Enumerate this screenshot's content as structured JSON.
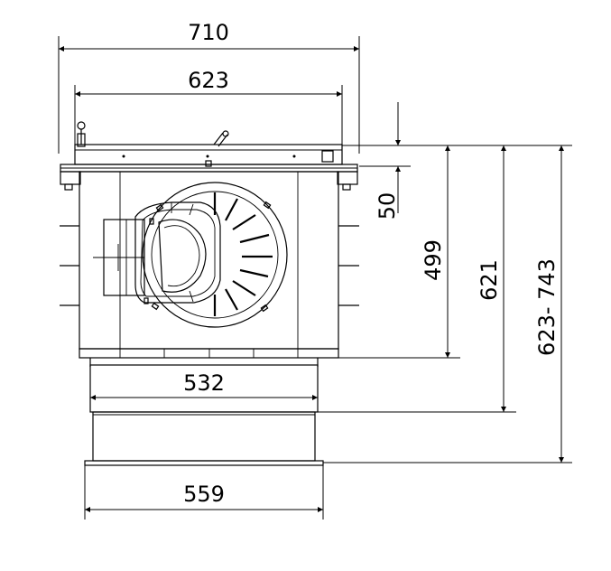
{
  "dimensions": {
    "top_outer_width": "710",
    "top_inner_width": "623",
    "flange_height": "50",
    "body_height": "499",
    "total_height_fixed": "621",
    "total_height_range": "623- 743",
    "lower_width": "532",
    "bottom_width": "559"
  },
  "colors": {
    "line": "#000000",
    "background": "#ffffff"
  }
}
